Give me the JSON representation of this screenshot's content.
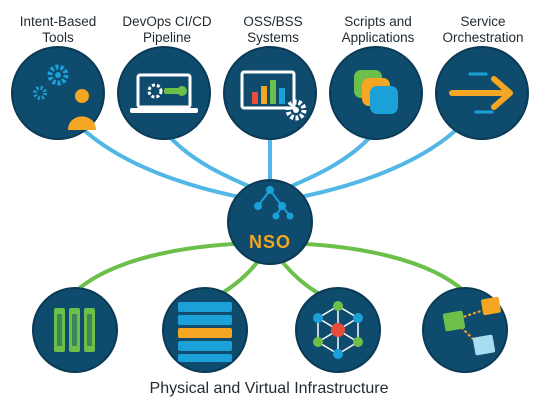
{
  "labels": {
    "intent": [
      "Intent-Based",
      "Tools"
    ],
    "devops": [
      "DevOps CI/CD",
      "Pipeline"
    ],
    "oss": [
      "OSS/BSS",
      "Systems"
    ],
    "scripts": [
      "Scripts and",
      "Applications"
    ],
    "service": [
      "Service",
      "Orchestration"
    ]
  },
  "center": {
    "label": "NSO"
  },
  "footer": "Physical and Virtual Infrastructure",
  "colors": {
    "circle": "#0e4b6d",
    "circle_edge": "#0a3a56",
    "top_line": "#52b7e6",
    "bottom_line": "#6cc04a",
    "accent_orange": "#f5a623",
    "accent_green": "#6cc04a",
    "accent_blue": "#1ba0d7"
  }
}
